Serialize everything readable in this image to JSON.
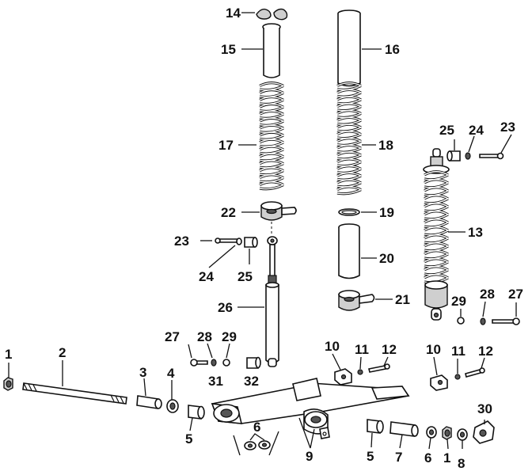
{
  "diagram": {
    "callouts": [
      {
        "id": "14a",
        "text": "14"
      },
      {
        "id": "15",
        "text": "15"
      },
      {
        "id": "16",
        "text": "16"
      },
      {
        "id": "17",
        "text": "17"
      },
      {
        "id": "18",
        "text": "18"
      },
      {
        "id": "22",
        "text": "22"
      },
      {
        "id": "19",
        "text": "19"
      },
      {
        "id": "23a",
        "text": "23"
      },
      {
        "id": "24a",
        "text": "24"
      },
      {
        "id": "25a",
        "text": "25"
      },
      {
        "id": "20",
        "text": "20"
      },
      {
        "id": "21",
        "text": "21"
      },
      {
        "id": "26",
        "text": "26"
      },
      {
        "id": "25b",
        "text": "25"
      },
      {
        "id": "24b",
        "text": "24"
      },
      {
        "id": "23b",
        "text": "23"
      },
      {
        "id": "13",
        "text": "13"
      },
      {
        "id": "29a",
        "text": "29"
      },
      {
        "id": "28a",
        "text": "28"
      },
      {
        "id": "27a",
        "text": "27"
      },
      {
        "id": "27b",
        "text": "27"
      },
      {
        "id": "28b",
        "text": "28"
      },
      {
        "id": "29b",
        "text": "29"
      },
      {
        "id": "31",
        "text": "31"
      },
      {
        "id": "32",
        "text": "32"
      },
      {
        "id": "10a",
        "text": "10"
      },
      {
        "id": "11a",
        "text": "11"
      },
      {
        "id": "12a",
        "text": "12"
      },
      {
        "id": "10b",
        "text": "10"
      },
      {
        "id": "11b",
        "text": "11"
      },
      {
        "id": "12b",
        "text": "12"
      },
      {
        "id": "1a",
        "text": "1"
      },
      {
        "id": "2",
        "text": "2"
      },
      {
        "id": "3",
        "text": "3"
      },
      {
        "id": "4",
        "text": "4"
      },
      {
        "id": "5a",
        "text": "5"
      },
      {
        "id": "6a",
        "text": "6"
      },
      {
        "id": "9",
        "text": "9"
      },
      {
        "id": "5b",
        "text": "5"
      },
      {
        "id": "7",
        "text": "7"
      },
      {
        "id": "6b",
        "text": "6"
      },
      {
        "id": "1b",
        "text": "1"
      },
      {
        "id": "8",
        "text": "8"
      },
      {
        "id": "30",
        "text": "30"
      }
    ]
  }
}
